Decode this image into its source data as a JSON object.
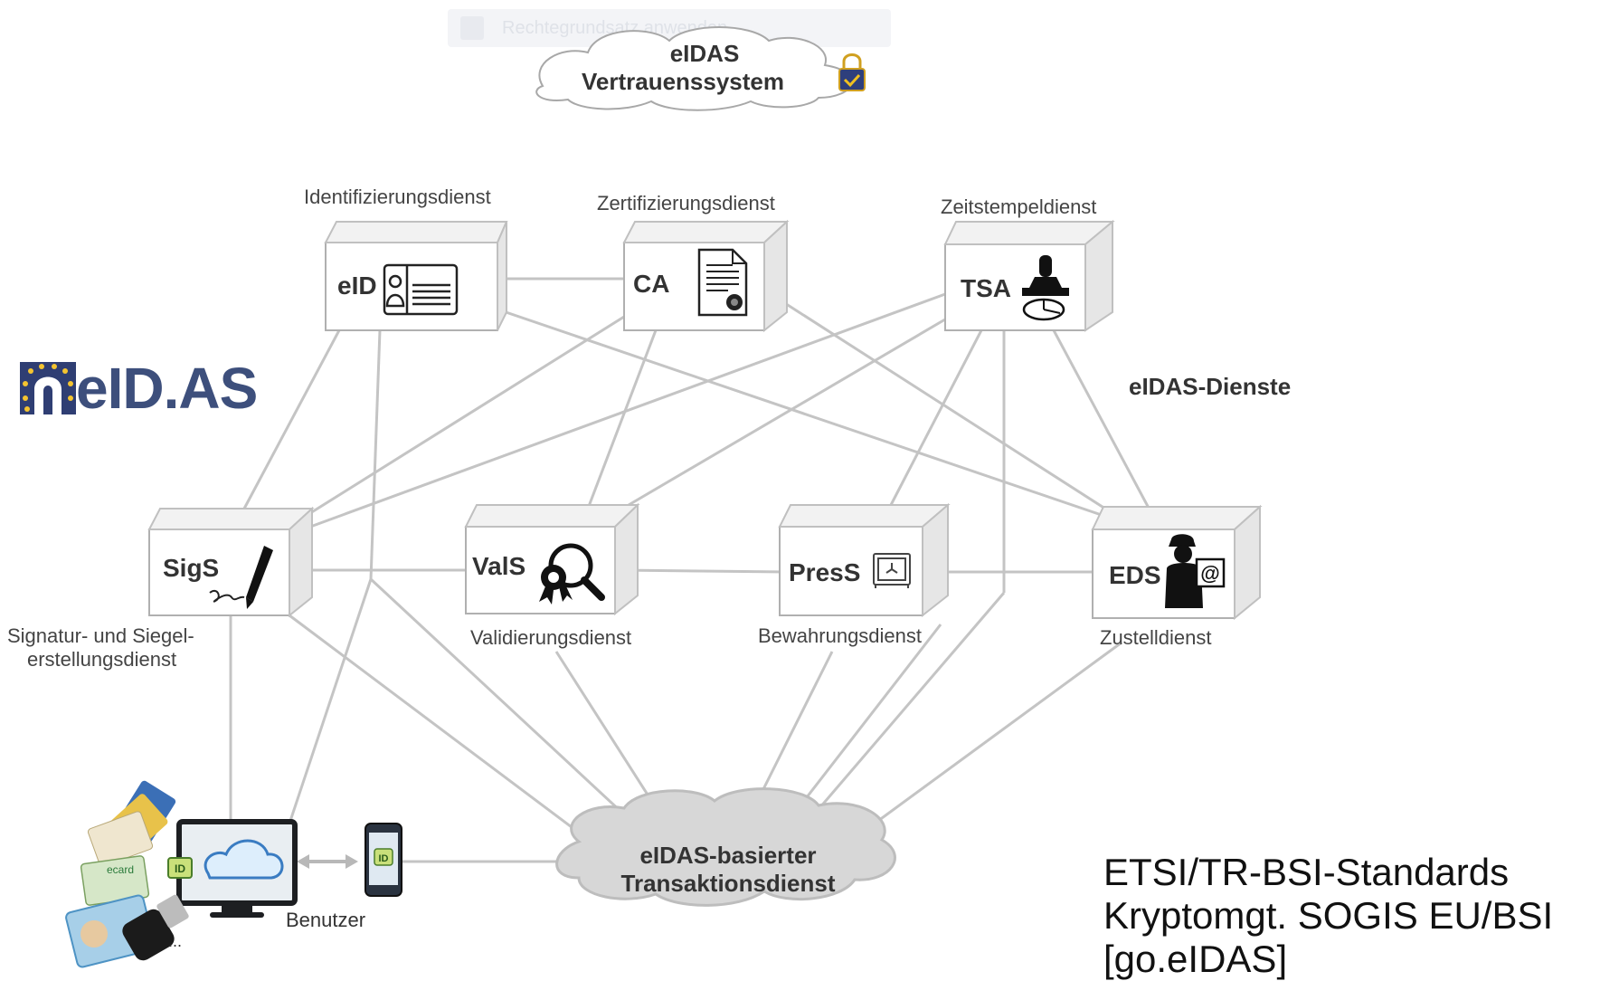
{
  "top_cloud": {
    "line1": "eIDAS",
    "line2": "Vertrauenssystem"
  },
  "faint_bar_text": "Rechtegrundsatz anwenden",
  "brand": {
    "text": "eID.AS"
  },
  "dienste_label": "eIDAS-Dienste",
  "services": {
    "eid": {
      "label": "eID",
      "caption": "Identifizierungsdienst"
    },
    "ca": {
      "label": "CA",
      "caption": "Zertifizierungsdienst"
    },
    "tsa": {
      "label": "TSA",
      "caption": "Zeitstempeldienst"
    },
    "sigs": {
      "label": "SigS",
      "caption1": "Signatur- und Siegel-",
      "caption2": "erstellungsdienst"
    },
    "vals": {
      "label": "ValS",
      "caption": "Validierungsdienst"
    },
    "press": {
      "label": "PresS",
      "caption": "Bewahrungsdienst"
    },
    "eds": {
      "label": "EDS",
      "caption": "Zustelldienst"
    }
  },
  "transaction_cloud": {
    "line1": "eIDAS-basierter",
    "line2": "Transaktionsdienst"
  },
  "user": {
    "label": "Benutzer",
    "ellipsis": "..."
  },
  "standards": {
    "line1": "ETSI/TR-BSI-Standards",
    "line2": "Kryptomgt. SOGIS EU/BSI",
    "line3": "[go.eIDAS]"
  },
  "colors": {
    "line": "#c4c4c4",
    "box_face": "#ffffff",
    "box_border": "#b0b0b0",
    "cloud": "#d8d8d8",
    "brand": "#3d4f7c"
  },
  "icons": [
    "padlock-icon",
    "id-card-icon",
    "certificate-icon",
    "stamp-icon",
    "pen-icon",
    "magnifier-seal-icon",
    "safe-icon",
    "courier-email-icon",
    "smartphone-icon",
    "monitor-cloud-icon",
    "id-cards-stack-icon",
    "eu-stars-icon"
  ]
}
